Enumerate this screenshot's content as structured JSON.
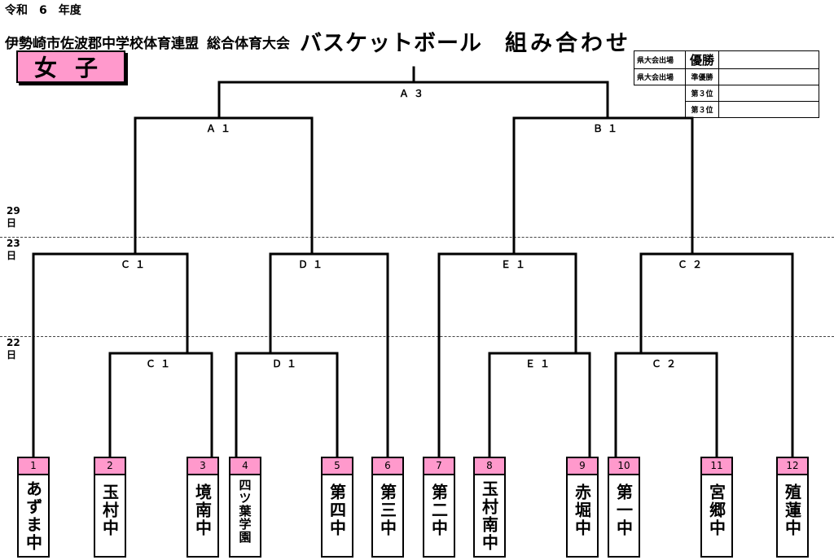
{
  "header": {
    "year_line": "令和　6　年度",
    "org": "伊勢崎市佐波郡中学校体育連盟",
    "event": "総合体育大会",
    "sport": "バスケットボール",
    "bracket_word": "組み合わせ"
  },
  "gender_label": "女子",
  "results_table": [
    {
      "category": "県大会出場",
      "place": "優勝",
      "big": true,
      "winner": ""
    },
    {
      "category": "県大会出場",
      "place": "準優勝",
      "big": false,
      "winner": ""
    },
    {
      "category": "",
      "place": "第３位",
      "big": false,
      "winner": ""
    },
    {
      "category": "",
      "place": "第３位",
      "big": false,
      "winner": ""
    }
  ],
  "days": [
    {
      "date": "29",
      "unit": "日"
    },
    {
      "date": "23",
      "unit": "日"
    },
    {
      "date": "22",
      "unit": "日"
    }
  ],
  "match_labels": {
    "final": "Ａ３",
    "semi_left": "Ａ１",
    "semi_right": "Ｂ１",
    "r2_1": "Ｃ１",
    "r2_2": "Ｄ１",
    "r2_3": "Ｅ１",
    "r2_4": "Ｃ２",
    "r1_1": "Ｃ１",
    "r1_2": "Ｄ１",
    "r1_3": "Ｅ１",
    "r1_4": "Ｃ２"
  },
  "teams": [
    {
      "number": "1",
      "name": "あずま中"
    },
    {
      "number": "2",
      "name": "玉村中"
    },
    {
      "number": "3",
      "name": "境南中"
    },
    {
      "number": "4",
      "name": "四ツ葉学園"
    },
    {
      "number": "5",
      "name": "第四中"
    },
    {
      "number": "6",
      "name": "第三中"
    },
    {
      "number": "7",
      "name": "第二中"
    },
    {
      "number": "8",
      "name": "玉村南中"
    },
    {
      "number": "9",
      "name": "赤堀中"
    },
    {
      "number": "10",
      "name": "第一中"
    },
    {
      "number": "11",
      "name": "宮郷中"
    },
    {
      "number": "12",
      "name": "殖蓮中"
    }
  ]
}
